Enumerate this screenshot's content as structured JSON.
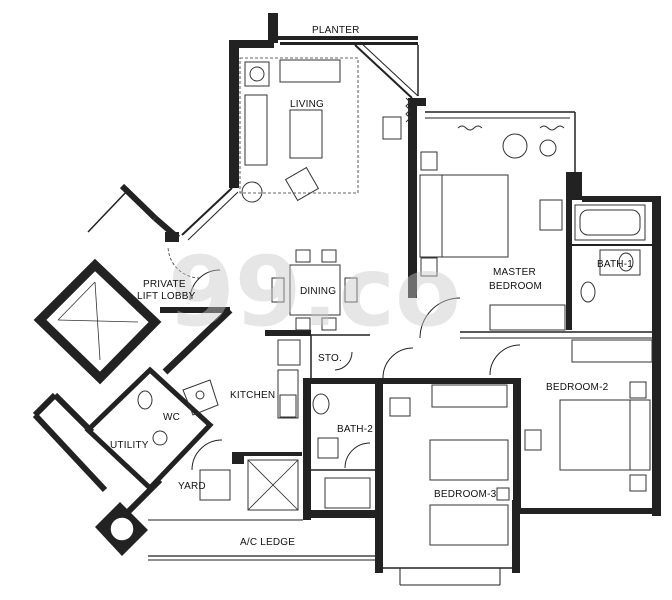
{
  "rooms": {
    "planter": "PLANTER",
    "living": "LIVING",
    "private_lift_lobby_line1": "PRIVATE",
    "private_lift_lobby_line2": "LIFT LOBBY",
    "dining": "DINING",
    "master_bedroom_line1": "MASTER",
    "master_bedroom_line2": "BEDROOM",
    "bath1": "BATH-1",
    "sto": "STO.",
    "kitchen": "KITCHEN",
    "wc": "WC",
    "utility": "UTILITY",
    "bath2": "BATH-2",
    "bedroom2": "BEDROOM-2",
    "bedroom3": "BEDROOM-3",
    "yard": "YARD",
    "ac_ledge": "A/C LEDGE"
  },
  "watermark": {
    "logo": "99.co"
  }
}
